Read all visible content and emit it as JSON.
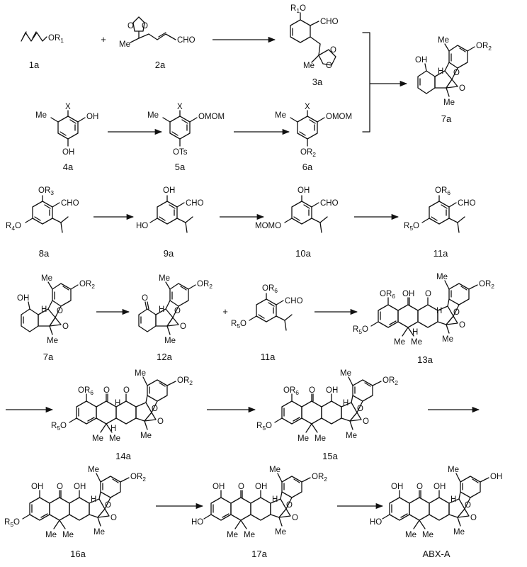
{
  "scheme": {
    "compounds": [
      {
        "id": "1a",
        "label": "1a",
        "atoms": [
          "OR1"
        ]
      },
      {
        "id": "2a",
        "label": "2a",
        "atoms": [
          "O",
          "O",
          "Me",
          "CHO"
        ]
      },
      {
        "id": "3a",
        "label": "3a",
        "atoms": [
          "R1O",
          "CHO",
          "O",
          "O",
          "Me"
        ]
      },
      {
        "id": "7a_top",
        "label": "7a",
        "atoms": [
          "Me",
          "OR2",
          "OH",
          "H",
          "O",
          "O",
          "Me"
        ]
      },
      {
        "id": "4a",
        "label": "4a",
        "atoms": [
          "X",
          "Me",
          "OH",
          "OH"
        ]
      },
      {
        "id": "5a",
        "label": "5a",
        "atoms": [
          "X",
          "Me",
          "OMOM",
          "OTs"
        ]
      },
      {
        "id": "6a",
        "label": "6a",
        "atoms": [
          "X",
          "Me",
          "OMOM",
          "OR2"
        ]
      },
      {
        "id": "8a",
        "label": "8a",
        "atoms": [
          "OR3",
          "CHO",
          "R4O"
        ]
      },
      {
        "id": "9a",
        "label": "9a",
        "atoms": [
          "OH",
          "CHO",
          "HO"
        ]
      },
      {
        "id": "10a",
        "label": "10a",
        "atoms": [
          "OH",
          "CHO",
          "MOMO"
        ]
      },
      {
        "id": "11a_top",
        "label": "11a",
        "atoms": [
          "OR6",
          "CHO",
          "R5O"
        ]
      },
      {
        "id": "7a_mid",
        "label": "7a",
        "atoms": [
          "Me",
          "OR2",
          "OH",
          "H",
          "O",
          "O",
          "Me"
        ]
      },
      {
        "id": "12a",
        "label": "12a",
        "atoms": [
          "Me",
          "OR2",
          "O",
          "H",
          "O",
          "O",
          "Me"
        ]
      },
      {
        "id": "11a_mid",
        "label": "11a",
        "atoms": [
          "OR6",
          "CHO",
          "R5O"
        ]
      },
      {
        "id": "13a",
        "label": "13a",
        "atoms": [
          "OR6",
          "OH",
          "O",
          "Me",
          "OR2",
          "H",
          "O",
          "O",
          "R5O",
          "H",
          "Me",
          "Me",
          "Me"
        ]
      },
      {
        "id": "14a",
        "label": "14a",
        "atoms": [
          "OR6",
          "O",
          "O",
          "Me",
          "OR2",
          "H",
          "O",
          "O",
          "R5O",
          "H",
          "Me",
          "Me",
          "Me"
        ]
      },
      {
        "id": "15a",
        "label": "15a",
        "atoms": [
          "OR6",
          "O",
          "OH",
          "Me",
          "OR2",
          "H",
          "O",
          "O",
          "R5O",
          "Me",
          "Me",
          "Me"
        ]
      },
      {
        "id": "16a",
        "label": "16a",
        "atoms": [
          "OH",
          "O",
          "OH",
          "Me",
          "OR2",
          "H",
          "O",
          "O",
          "R5O",
          "Me",
          "Me",
          "Me"
        ]
      },
      {
        "id": "17a",
        "label": "17a",
        "atoms": [
          "OH",
          "O",
          "OH",
          "Me",
          "OR2",
          "H",
          "O",
          "O",
          "HO",
          "Me",
          "Me",
          "Me"
        ]
      },
      {
        "id": "abxa",
        "label": "ABX-A",
        "atoms": [
          "OH",
          "O",
          "OH",
          "Me",
          "OH",
          "H",
          "O",
          "O",
          "HO",
          "Me",
          "Me",
          "Me"
        ]
      }
    ],
    "plus_signs": [
      "+",
      "+"
    ]
  }
}
